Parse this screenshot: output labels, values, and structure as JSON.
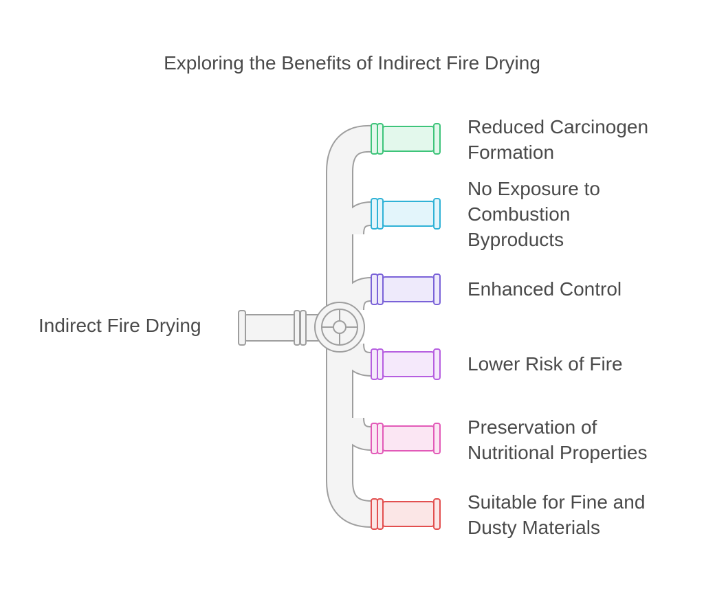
{
  "title": "Exploring the Benefits of Indirect Fire Drying",
  "source": {
    "label": "Indirect Fire Drying",
    "color": "#9e9e9e",
    "fill": "#f4f4f4"
  },
  "hub_icon": "valve-wheel-icon",
  "benefits": [
    {
      "lines": [
        "Reduced Carcinogen",
        "Formation"
      ],
      "color": "#3ec47a",
      "fill": "#e3f8ec"
    },
    {
      "lines": [
        "No Exposure to",
        "Combustion",
        "Byproducts"
      ],
      "color": "#2fb2d6",
      "fill": "#e3f5fb"
    },
    {
      "lines": [
        "Enhanced Control"
      ],
      "color": "#7a62d8",
      "fill": "#eeeafb"
    },
    {
      "lines": [
        "Lower Risk of Fire"
      ],
      "color": "#b65ee0",
      "fill": "#f5e9fb"
    },
    {
      "lines": [
        "Preservation of",
        "Nutritional Properties"
      ],
      "color": "#e25ab8",
      "fill": "#fbe6f3"
    },
    {
      "lines": [
        "Suitable for Fine and",
        "Dusty Materials"
      ],
      "color": "#e24f4f",
      "fill": "#fbe6e6"
    }
  ]
}
